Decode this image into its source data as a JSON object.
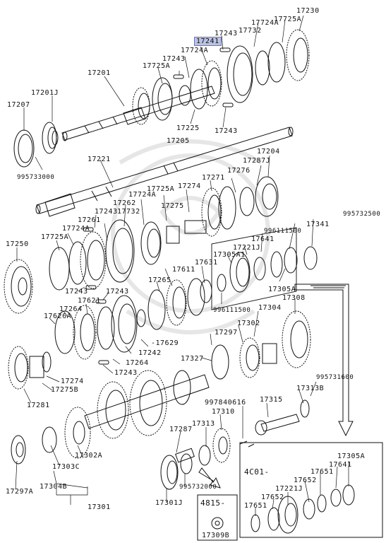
{
  "labels": {
    "l17230": "17230",
    "l17725A_t": "17725A",
    "l17732_t": "17732",
    "l17724A_t": "17724A",
    "l17243_t": "17243",
    "l17241": "17241",
    "l17724A_b": "17724A",
    "l17243_b": "17243",
    "l17725A_u": "17725A",
    "l17201": "17201",
    "l17201J": "17201J",
    "l17207": "17207",
    "l17225": "17225",
    "l17243_c": "17243",
    "l17205": "17205",
    "l995733000": "995733000",
    "l17221": "17221",
    "l17204": "17204",
    "l17287J": "17287J",
    "l17276": "17276",
    "l17271": "17271",
    "l17274": "17274",
    "l17725A_m": "17725A",
    "l17724A_m": "17724A",
    "l17262": "17262",
    "l17243_m": "17243",
    "l17732_m": "17732",
    "l17275": "17275",
    "l17261": "17261",
    "l17724A_l": "17724A",
    "l995732500": "995732500",
    "l17341": "17341",
    "l996111500_a": "996111500",
    "l17641": "17641",
    "l17221J": "17221J",
    "l17305A1": "17305A1",
    "l17250": "17250",
    "l17725A_l": "17725A",
    "l17631": "17631",
    "l17611": "17611",
    "l17305A_r": "17305A",
    "l17243_l": "17243",
    "l17243_n": "17243",
    "l17265": "17265",
    "l17308": "17308",
    "l996111500_b": "996111500",
    "l17304": "17304",
    "l17621": "17621",
    "l17264_a": "17264",
    "l17626A": "17626A",
    "l17302": "17302",
    "l17297": "17297",
    "l17629": "-17629",
    "l17242": "17242",
    "l17264_b": "17264",
    "l17327": "17327",
    "l17243_o": "17243",
    "l17274_b": "17274",
    "l17275B": "17275B",
    "l995731600": "995731600",
    "l17313B": "17313B",
    "l17281": "17281",
    "l997840616": "997840616",
    "l17315": "17315",
    "l17310": "17310",
    "l17287": "17287",
    "l17313": "17313",
    "l17303C": "17303C",
    "l17302A": "17302A",
    "l995732000": "995732000",
    "l17297A": "17297A",
    "l17304B": "17304B",
    "l17301J": "17301J",
    "l17301": "17301",
    "l4815": "4815-",
    "l17309B": "17309B",
    "l4C01": "4C01-",
    "l17305A_i": "17305A",
    "l17641_i": "17641",
    "l17651_a": "17651",
    "l17652_a": "17652",
    "l17221J_i": "17221J",
    "l17652_b": "17652",
    "l17651_b": "17651"
  }
}
